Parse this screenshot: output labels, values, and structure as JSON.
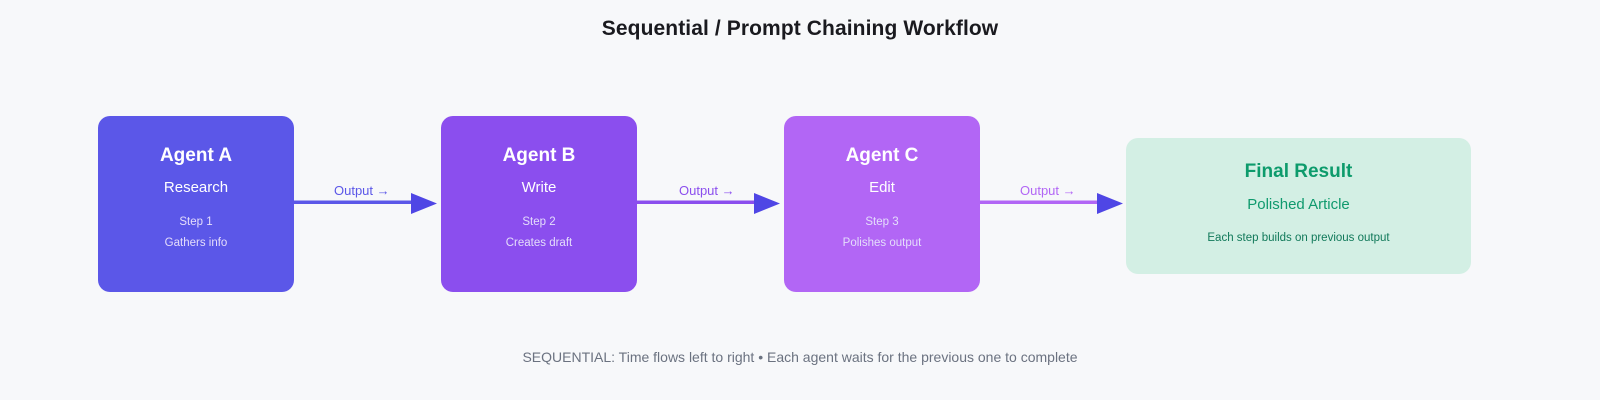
{
  "title": "Sequential / Prompt Chaining Workflow",
  "footer": "SEQUENTIAL: Time flows left to right • Each agent waits for the previous one to complete",
  "colors": {
    "background": "#f7f8fa",
    "agent_a": "#5b57e8",
    "agent_b": "#8b4eee",
    "agent_c": "#b266f5",
    "final_bg": "#d3efe4",
    "final_title": "#0d9b6c",
    "title_text": "#1a1a1f",
    "footer_text": "#6b7280"
  },
  "nodes": [
    {
      "id": "agent-a",
      "title": "Agent A",
      "role": "Research",
      "step": "Step 1",
      "desc": "Gathers info"
    },
    {
      "id": "agent-b",
      "title": "Agent B",
      "role": "Write",
      "step": "Step 2",
      "desc": "Creates draft"
    },
    {
      "id": "agent-c",
      "title": "Agent C",
      "role": "Edit",
      "step": "Step 3",
      "desc": "Polishes output"
    }
  ],
  "final_result": {
    "title": "Final Result",
    "subtitle": "Polished Article",
    "note": "Each step builds on previous output"
  },
  "edges": [
    {
      "label": "Output →",
      "line_color": "#5b57e8",
      "head_color": "#4f46e5"
    },
    {
      "label": "Output →",
      "line_color": "#8b4eee",
      "head_color": "#4f46e5"
    },
    {
      "label": "Output →",
      "line_color": "#b266f5",
      "head_color": "#4f46e5"
    }
  ]
}
